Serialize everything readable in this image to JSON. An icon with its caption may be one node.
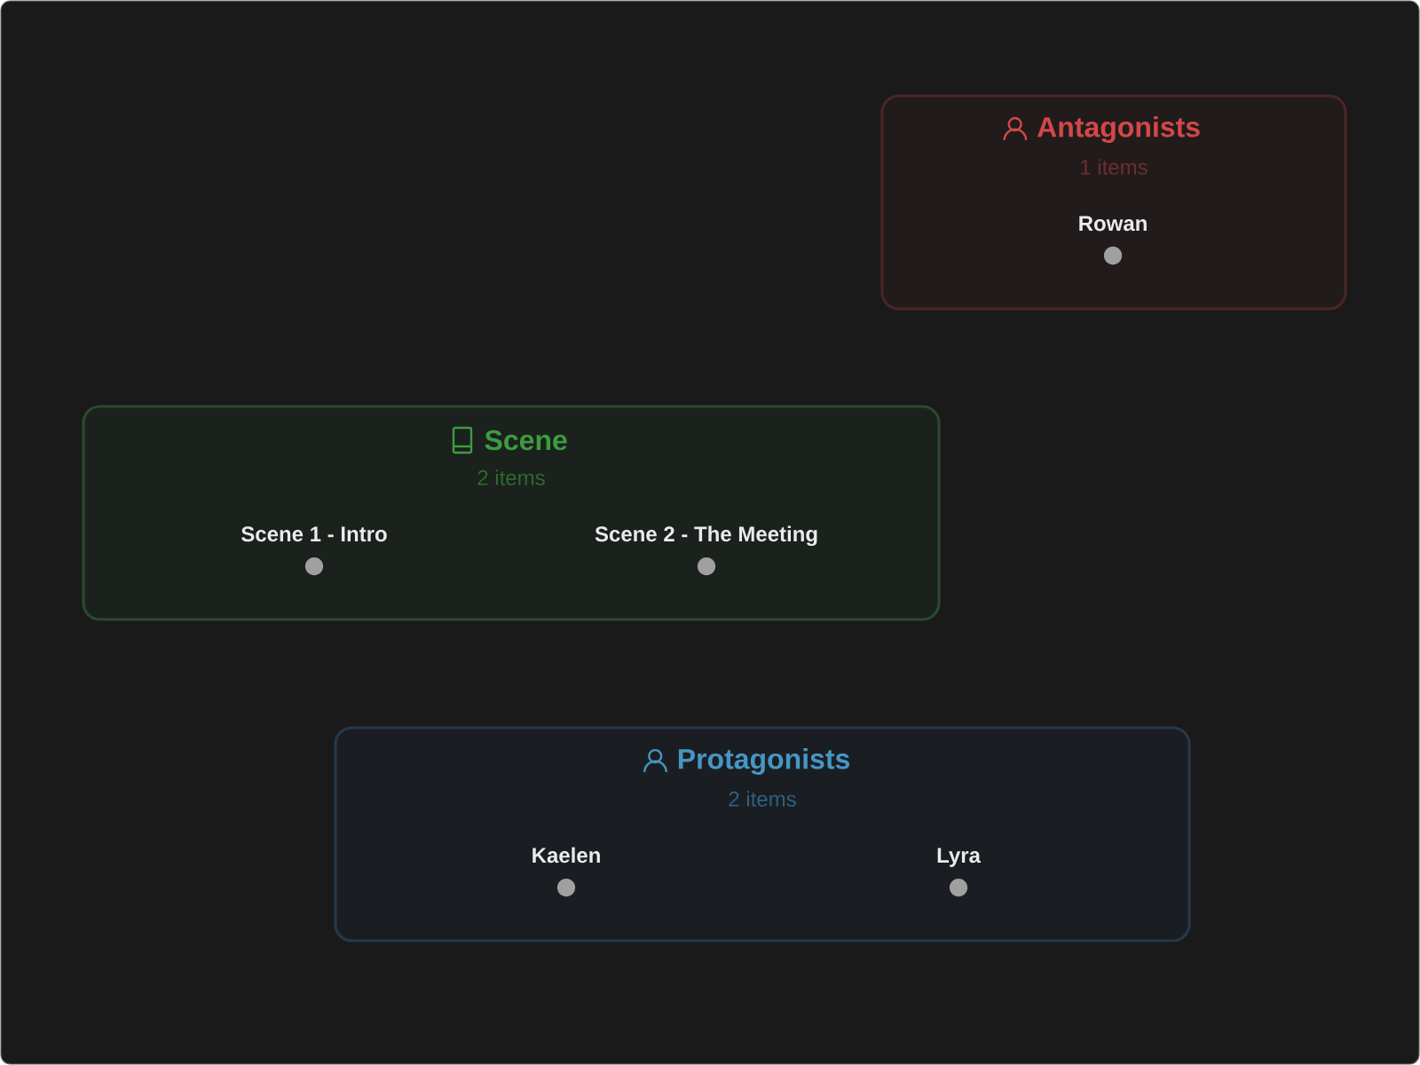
{
  "diagram": {
    "nodes": [
      {
        "text": [
          "Antagonists",
          "1 items"
        ]
      },
      {
        "text": [
          "Rowan"
        ],
        "in": 0
      },
      {
        "text": [
          "Scene",
          "2 items"
        ]
      },
      {
        "text": [
          "Scene 1 - Intro"
        ],
        "in": 2
      },
      {
        "text": [
          "Scene 2 - The Meeting"
        ],
        "in": 2
      },
      {
        "text": [
          "Protagonists",
          "2 items"
        ]
      },
      {
        "text": [
          "Kaelen"
        ],
        "in": 5
      },
      {
        "text": [
          "Lyra"
        ],
        "in": 5
      }
    ]
  }
}
